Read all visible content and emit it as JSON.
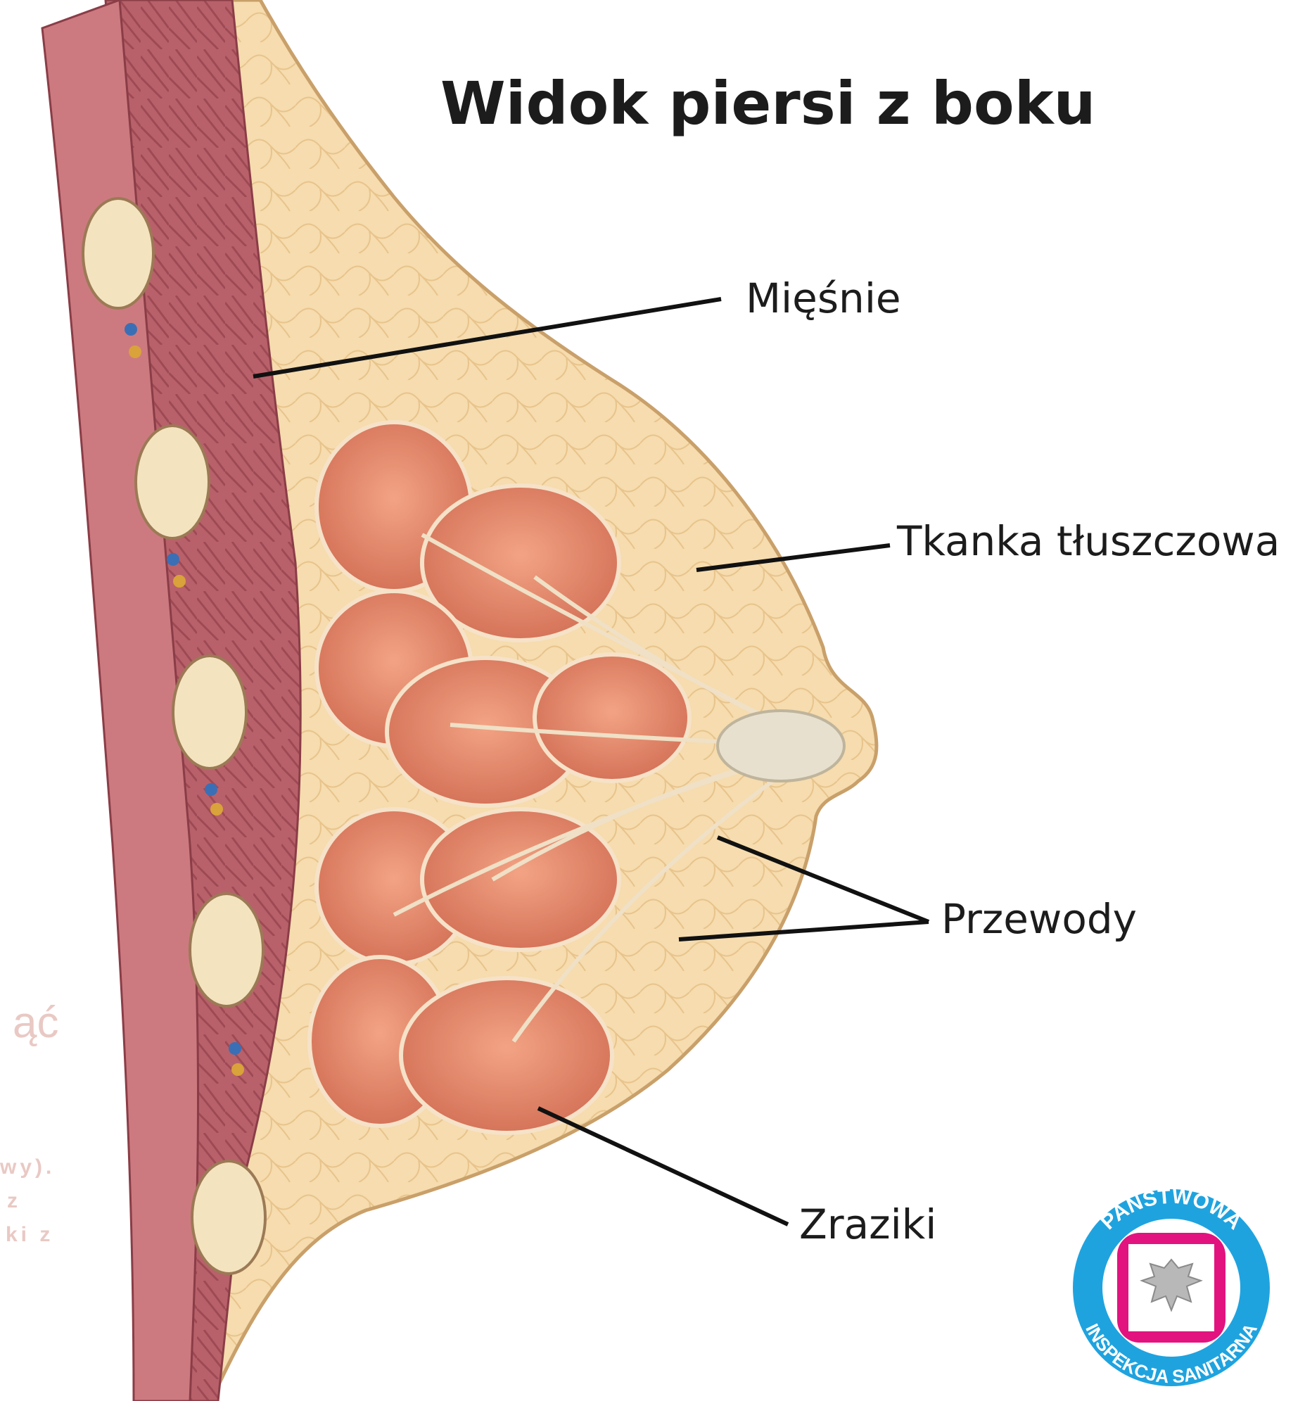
{
  "title": "Widok piersi z boku",
  "labels": {
    "muscles": "Mięśnie",
    "fat_tissue": "Tkanka tłuszczowa",
    "ducts": "Przewody",
    "lobules": "Zraziki"
  },
  "background_fragments": {
    "line1": "ąć",
    "line2": "wy).",
    "line3": "z",
    "line4": "ki z"
  },
  "seal": {
    "top_text": "PAŃSTWOWA",
    "bottom_text": "INSPEKCJA SANITARNA",
    "ring_color": "#1fa3df",
    "square_color": "#e2137f"
  },
  "colors": {
    "muscle": "#b8616a",
    "fat": "#f6dcae",
    "lobule": "#e98a6c",
    "bone": "#f4e3bf"
  }
}
